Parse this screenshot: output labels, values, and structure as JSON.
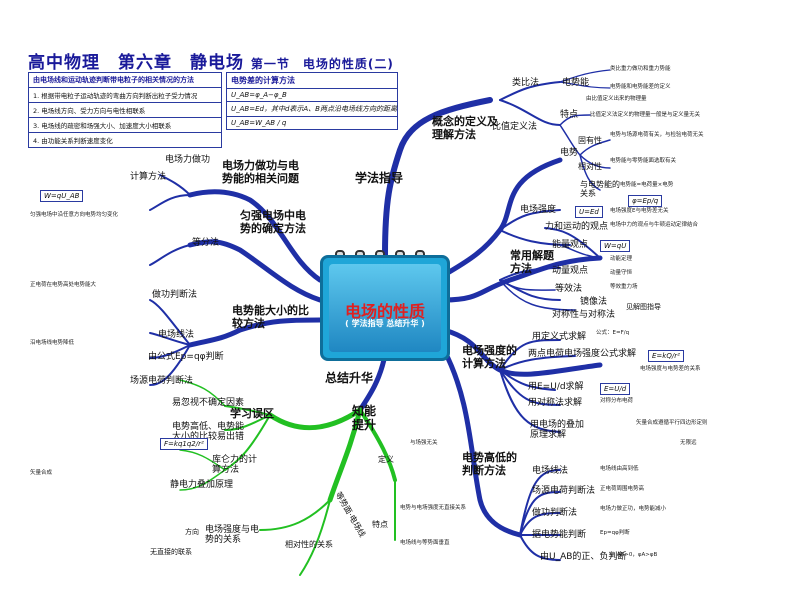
{
  "header": {
    "title": "高中物理　第六章　静电场",
    "section": "第一节　电场的性质(二)"
  },
  "method_box": {
    "title": "由电场线和运动轨迹判断带电粒子的相关情况的方法",
    "rows": [
      "1. 根据带电粒子运动轨迹的弯曲方向判断出粒子受力情况",
      "2. 电场线方向、受力方向与电性相联系",
      "3. 电场线的疏密和场强大小、加速度大小相联系",
      "4. 由功能关系判断速度变化"
    ]
  },
  "formula_box": {
    "title": "电势差的计算方法",
    "rows": [
      "U_AB=φ_A−φ_B",
      "U_AB=Ed，其中d表示A、B两点沿电场线方向的距离",
      "U_AB=W_AB / q"
    ]
  },
  "center": {
    "title": "电场的性质",
    "subtitle": "( 学法指导 总结升华 )"
  },
  "branches": {
    "xuefa": "学法指导",
    "zongjie": "总结升华",
    "zhishi": "知能提升",
    "gainian": "概念的定义及理解方法",
    "leibi": "类比法",
    "bizhi": "比值定义法",
    "dianshineng": "电势能",
    "tedian": "特点",
    "dianshi": "电势",
    "guyouxing": "固有性",
    "xiangduixing": "相对性",
    "yudianshineng": "与电势能的关系",
    "changqiang": "电场强度",
    "changyong": "常用解题方法",
    "liyong": "力和运动的观点",
    "nengliang": "能量观点",
    "dongliang": "动量观点",
    "dengxiao": "等效法",
    "jingxiang": "镜像法",
    "duichen": "对称性与对称法",
    "jiancan": "见解图指导",
    "jisuan": "电场强度的计算方法",
    "yongding": "用定义式求解",
    "liangdian": "两点电荷电场强度公式求解",
    "yongEUd": "用E=U/d求解",
    "duicheng2": "用对称法求解",
    "diejia": "用电场的叠加原理求解",
    "gaodi": "电势高低的判断方法",
    "xianfa": "电场线法",
    "chiyuan": "场源电荷判断法",
    "zuogong": "做功判断法",
    "yidian": "据电势能判断",
    "uab": "由U_AB的正、负判断",
    "left1": "电场力做功与电势能的相关问题",
    "left_zuogong": "电场力做功",
    "left_jisuan": "计算方法",
    "left2": "匀强电场中电势的确定方法",
    "dengfen": "等分法",
    "left3": "电势能大小的比较方法",
    "panduan": "做功判断法",
    "dianchang": "电场线法",
    "yougongshi": "由公式Ep=qφ判断",
    "chang": "场源电荷判断法",
    "xuexi": "学习误区",
    "yihu": "易忽视不确定因素",
    "gaodi2": "电势高低、电势能大小的比较易出错",
    "kulun": "库仑力的计算方法",
    "jingdian": "静电力叠加原理",
    "guanxi": "电场强度与电势的关系",
    "dingyi": "定义",
    "tedian2": "特点",
    "fangxiang": "方向",
    "wuguanxi": "无直接的联系",
    "xiangdui": "相对性的关系",
    "dengshi": "等势面·电场线"
  },
  "small": {
    "s1": "类比重力做功和重力势能",
    "s2": "电势能和电势能差的定义",
    "s3": "由比值定义出来的物理量",
    "s4": "比值定义法定义的物理量一般是与定义量无关",
    "s5": "电势与场源电荷有关，与检验电荷无关",
    "s6": "电势能与零势能面选取有关",
    "s7": "电势能=电荷量×电势",
    "s8": "φ=Ep/q",
    "s9": "U=Ed",
    "s10": "电场强度E与电势差无关",
    "s11": "电场中力的观点与牛顿运动定律结合",
    "s12": "W=qU",
    "s13": "动能定理",
    "s14": "动量守恒",
    "s15": "等效重力场",
    "s16": "公式：E=F/q",
    "s17": "E=kQ/r²",
    "s18": "电场强度与电势差的关系",
    "s19": "对称分布电荷",
    "s20": "矢量合成遵循平行四边形定则",
    "s21": "E=U/d",
    "s22": "无限远",
    "s23": "电场线由高到低",
    "s24": "正电荷周围电势高",
    "s25": "电场力做正功，电势能减小",
    "s26": "Ep=qφ判断",
    "s27": "U_AB>0，φA>φB",
    "s28": "与场强无关",
    "s29": "电势与电场强度无直接关系",
    "s30": "电场线与等势面垂直",
    "s31": "F=kq1q2/r²",
    "s32": "矢量合成",
    "s33": "W=qU_AB",
    "s34": "匀强电场中沿任意方向电势均匀变化",
    "s35": "正电荷在电势高处电势能大",
    "s36": "沿电场线电势降低"
  }
}
